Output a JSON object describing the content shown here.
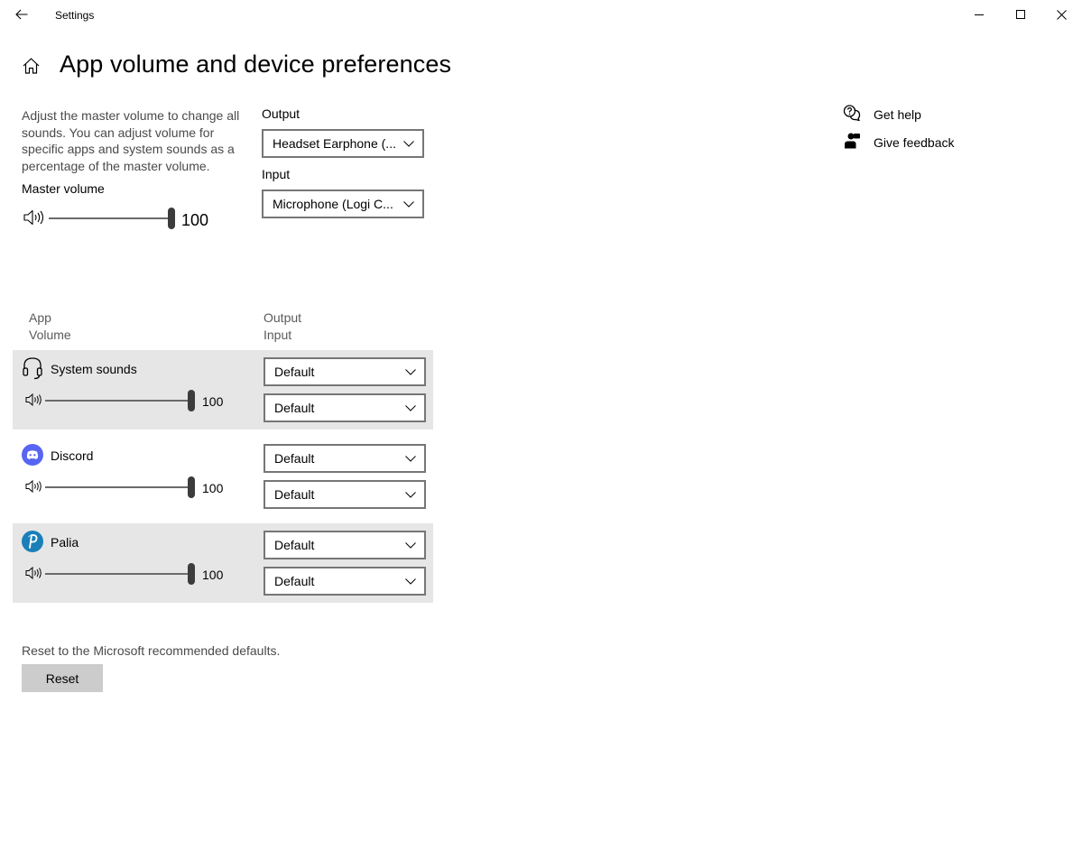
{
  "window": {
    "title": "Settings"
  },
  "page": {
    "title": "App volume and device preferences"
  },
  "master": {
    "description": "Adjust the master volume to change all sounds. You can adjust volume for specific apps and system sounds as a percentage of the master volume.",
    "label": "Master volume",
    "value": "100",
    "level": 1.0
  },
  "devices": {
    "output_label": "Output",
    "output_value": "Headset Earphone (...",
    "input_label": "Input",
    "input_value": "Microphone (Logi C..."
  },
  "headers": {
    "app": "App",
    "volume": "Volume",
    "output": "Output",
    "input": "Input"
  },
  "apps": [
    {
      "name": "System sounds",
      "icon": "headset-icon",
      "value": "100",
      "level": 1.0,
      "output": "Default",
      "input": "Default"
    },
    {
      "name": "Discord",
      "icon": "discord-icon",
      "value": "100",
      "level": 1.0,
      "output": "Default",
      "input": "Default"
    },
    {
      "name": "Palia",
      "icon": "palia-icon",
      "value": "100",
      "level": 1.0,
      "output": "Default",
      "input": "Default"
    }
  ],
  "reset": {
    "description": "Reset to the Microsoft recommended defaults.",
    "button_label": "Reset"
  },
  "help": {
    "get_help": "Get help",
    "give_feedback": "Give feedback"
  },
  "colors": {
    "row_shade": "#e6e6e6",
    "discord": "#5865f2",
    "palia": "#1a7fb8"
  }
}
